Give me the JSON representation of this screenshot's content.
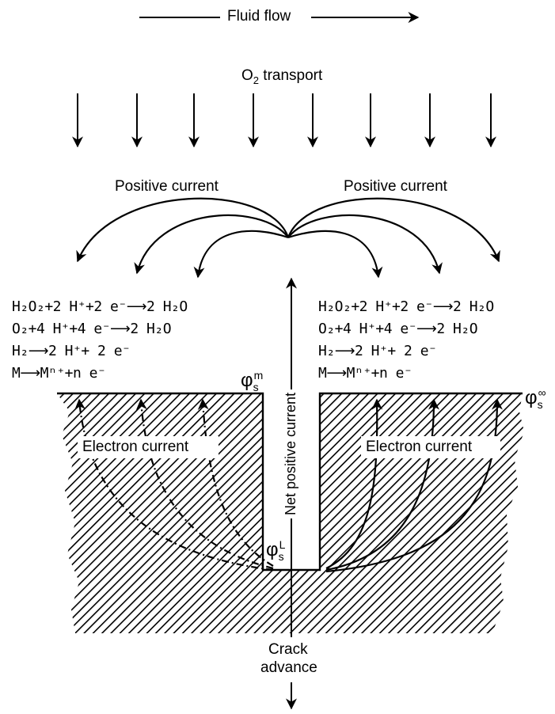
{
  "fluid_flow": "Fluid flow",
  "o2_transport": {
    "base": "O",
    "sub": "2",
    "rest": " transport"
  },
  "positive_current_left": "Positive current",
  "positive_current_right": "Positive current",
  "reactions": [
    {
      "lhs": "H₂O₂+2 H⁺+2 e⁻",
      "rhs": "2 H₂O"
    },
    {
      "lhs": "O₂+4 H⁺+4 e⁻",
      "rhs": "2 H₂O"
    },
    {
      "lhs": "H₂",
      "rhs": "2 H⁺+ 2 e⁻"
    },
    {
      "lhs": "M",
      "rhs": "Mⁿ⁺+n e⁻"
    }
  ],
  "arrow_glyph": "⟶",
  "phi": "φ",
  "phi_m": {
    "sub": "s",
    "sup": "m"
  },
  "phi_inf": {
    "sub": "s",
    "sup": "∞"
  },
  "phi_L": {
    "sub": "s",
    "sup": "L"
  },
  "net_positive_current": "Net positive current",
  "electron_current_left": "Electron current",
  "electron_current_right": "Electron current",
  "crack_advance_1": "Crack",
  "crack_advance_2": "advance"
}
